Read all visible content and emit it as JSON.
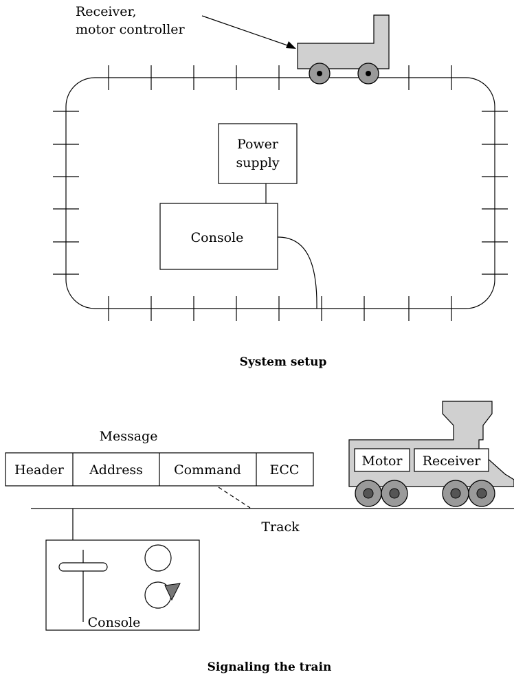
{
  "top": {
    "train_label_line1": "Receiver,",
    "train_label_line2": "motor controller",
    "power_line1": "Power",
    "power_line2": "supply",
    "console": "Console",
    "caption": "System setup"
  },
  "bottom": {
    "message_title": "Message",
    "message_fields": [
      "Header",
      "Address",
      "Command",
      "ECC"
    ],
    "track": "Track",
    "motor": "Motor",
    "receiver": "Receiver",
    "console": "Console",
    "caption": "Signaling the train"
  },
  "colors": {
    "train_body": "#d0d0d0",
    "wheel": "#9a9a9a"
  }
}
